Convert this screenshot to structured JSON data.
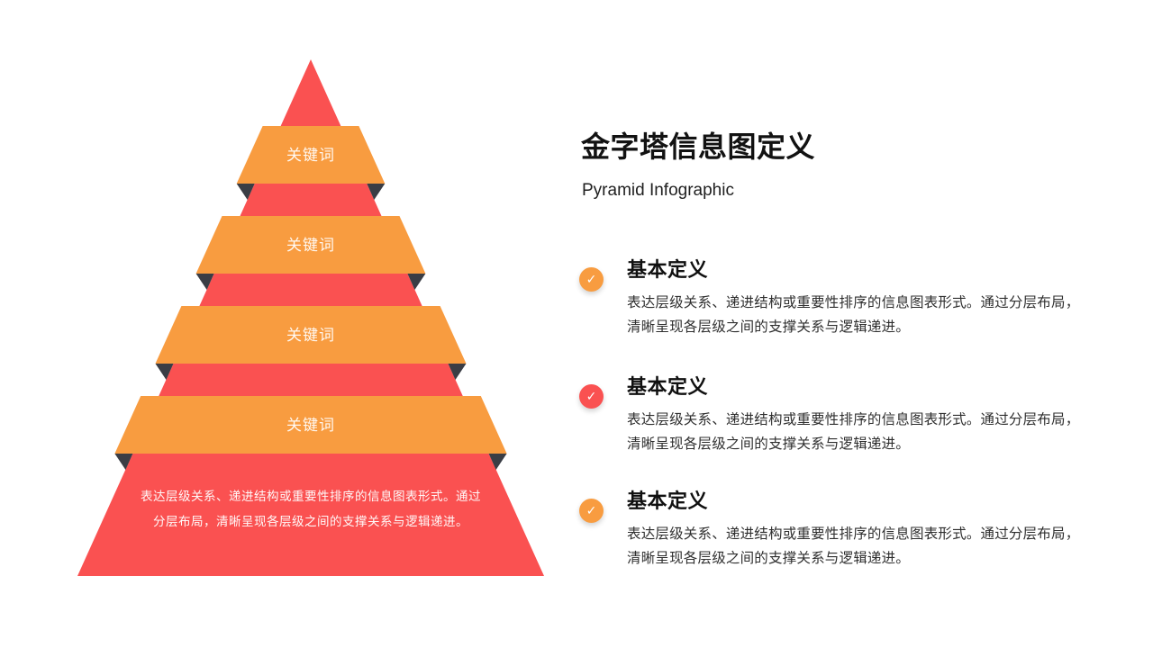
{
  "slide_title": {
    "title": "金字塔信息图定义",
    "subtitle": "Pyramid Infographic"
  },
  "pyramid": {
    "levels": [
      {
        "label": "关键词"
      },
      {
        "label": "关键词"
      },
      {
        "label": "关键词"
      },
      {
        "label": "关键词"
      }
    ],
    "base_text_lines": [
      "表达层级关系、递进结构或重要性排序的信息图表形式。通过",
      "分层布局，清晰呈现各层级之间的支撑关系与逻辑递进。"
    ],
    "colors": {
      "red": "#FA5151",
      "orange": "#F89C40",
      "fold_shadow": "#3A3D45",
      "label_text": "#FFFFFF"
    }
  },
  "sections": [
    {
      "icon": "check-icon",
      "icon_glyph": "✓",
      "icon_color": "#F89C40",
      "heading": "基本定义",
      "body_lines": [
        "表达层级关系、递进结构或重要性排序的信息图表形式。通过分层布局，",
        "清晰呈现各层级之间的支撑关系与逻辑递进。"
      ]
    },
    {
      "icon": "check-icon",
      "icon_glyph": "✓",
      "icon_color": "#FA5151",
      "heading": "基本定义",
      "body_lines": [
        "表达层级关系、递进结构或重要性排序的信息图表形式。通过分层布局，",
        "清晰呈现各层级之间的支撑关系与逻辑递进。"
      ]
    },
    {
      "icon": "check-icon",
      "icon_glyph": "✓",
      "icon_color": "#F89C40",
      "heading": "基本定义",
      "body_lines": [
        "表达层级关系、递进结构或重要性排序的信息图表形式。通过分层布局，",
        "清晰呈现各层级之间的支撑关系与逻辑递进。"
      ]
    }
  ]
}
